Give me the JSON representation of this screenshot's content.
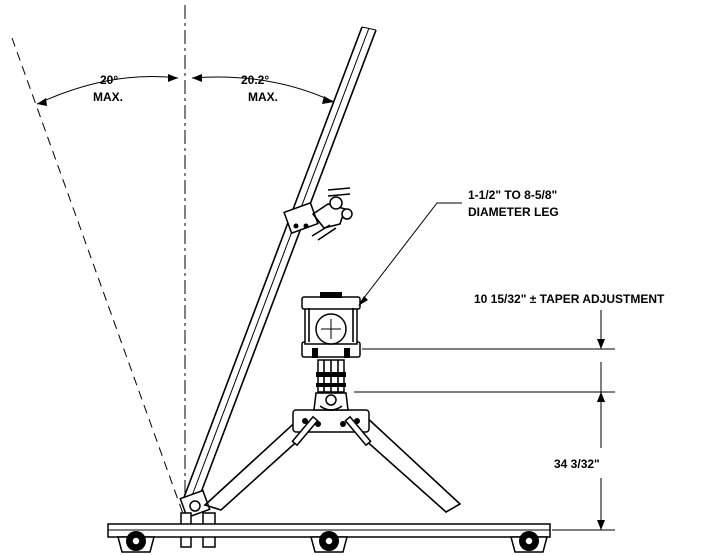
{
  "labels": {
    "left_angle_value": "20°",
    "left_angle_max": "MAX.",
    "right_angle_value": "20.2°",
    "right_angle_max": "MAX.",
    "leg_range": "1-1/2\" TO 8-5/8\"",
    "leg_diameter": "DIAMETER LEG",
    "taper_adjustment": "10 15/32\" ± TAPER ADJUSTMENT",
    "height_dimension": "34 3/32\""
  }
}
